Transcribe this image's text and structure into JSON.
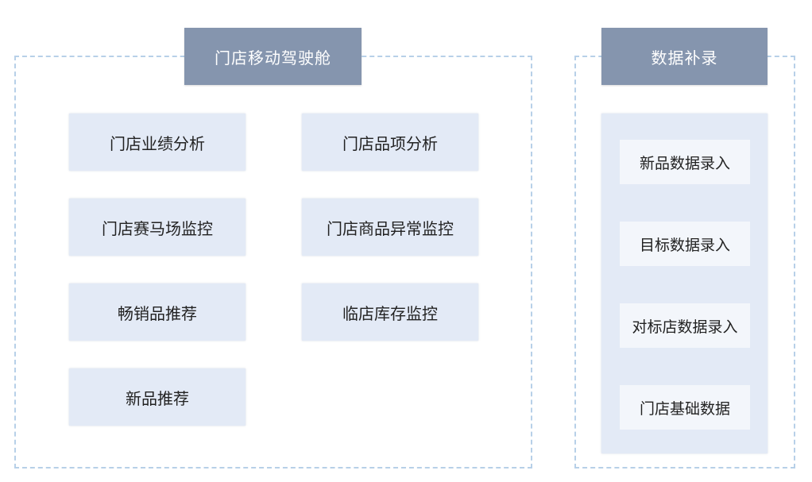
{
  "left_section": {
    "title": "门店移动驾驶舱",
    "items": [
      "门店业绩分析",
      "门店品项分析",
      "门店赛马场监控",
      "门店商品异常监控",
      "畅销品推荐",
      "临店库存监控",
      "新品推荐"
    ]
  },
  "right_section": {
    "title": "数据补录",
    "items": [
      "新品数据录入",
      "目标数据录入",
      "对标店数据录入",
      "门店基础数据"
    ]
  },
  "colors": {
    "header_bg": "#8595ae",
    "tile_bg": "#e3eaf6",
    "entry_bg": "#f3f6fb",
    "frame_border": "#b7d0e8"
  }
}
